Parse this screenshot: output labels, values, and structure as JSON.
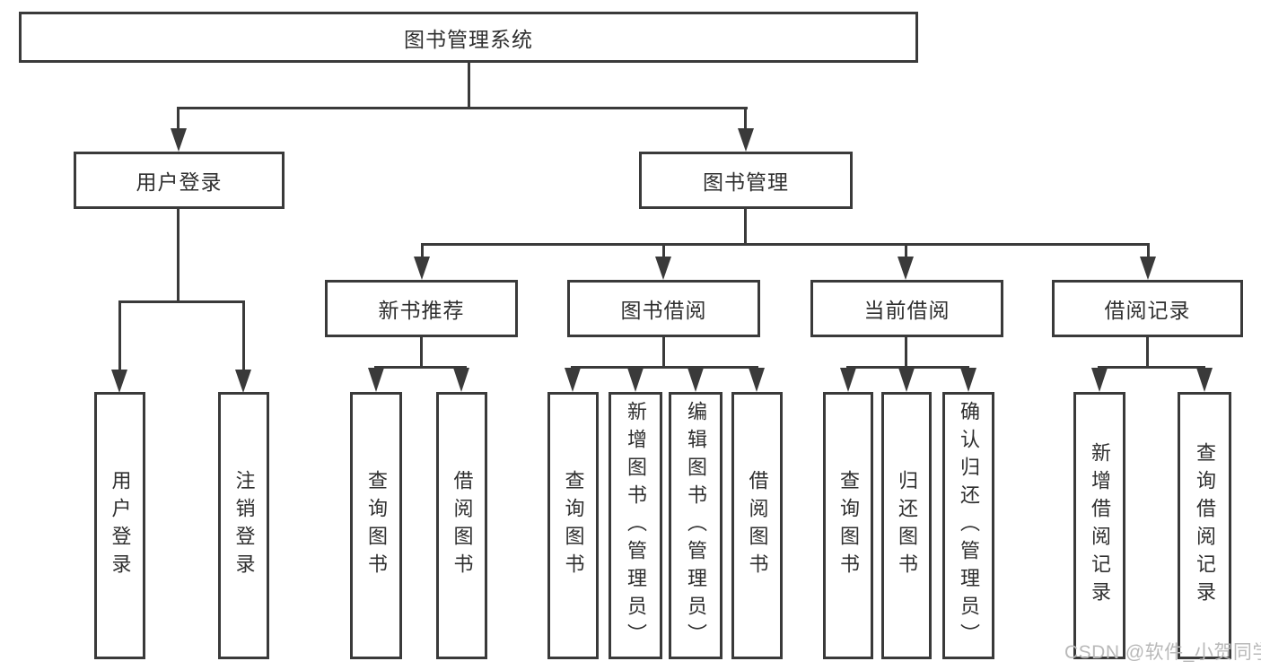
{
  "diagram": {
    "type": "hierarchy-tree",
    "tree": {
      "root": {
        "label": "图书管理系统"
      },
      "level2": [
        {
          "label": "用户登录",
          "parent": "图书管理系统"
        },
        {
          "label": "图书管理",
          "parent": "图书管理系统"
        }
      ],
      "level3": [
        {
          "label": "新书推荐",
          "parent": "图书管理"
        },
        {
          "label": "图书借阅",
          "parent": "图书管理"
        },
        {
          "label": "当前借阅",
          "parent": "图书管理"
        },
        {
          "label": "借阅记录",
          "parent": "图书管理"
        }
      ],
      "leaves": [
        {
          "label": "用户登录",
          "parent": "用户登录"
        },
        {
          "label": "注销登录",
          "parent": "用户登录"
        },
        {
          "label": "查询图书",
          "parent": "新书推荐"
        },
        {
          "label": "借阅图书",
          "parent": "新书推荐"
        },
        {
          "label": "查询图书",
          "parent": "图书借阅"
        },
        {
          "label": "新增图书（管理员）",
          "parent": "图书借阅"
        },
        {
          "label": "编辑图书（管理员）",
          "parent": "图书借阅"
        },
        {
          "label": "借阅图书",
          "parent": "图书借阅"
        },
        {
          "label": "查询图书",
          "parent": "当前借阅"
        },
        {
          "label": "归还图书",
          "parent": "当前借阅"
        },
        {
          "label": "确认归还（管理员）",
          "parent": "当前借阅"
        },
        {
          "label": "新增借阅记录",
          "parent": "借阅记录"
        },
        {
          "label": "查询借阅记录",
          "parent": "借阅记录"
        }
      ]
    },
    "colors": {
      "line": "#3a3a3a",
      "text": "#2f2f2f",
      "background": "#ffffff",
      "watermark_text": "#b9b9b9"
    }
  },
  "watermark": "CSDN @软件_小贺同学"
}
